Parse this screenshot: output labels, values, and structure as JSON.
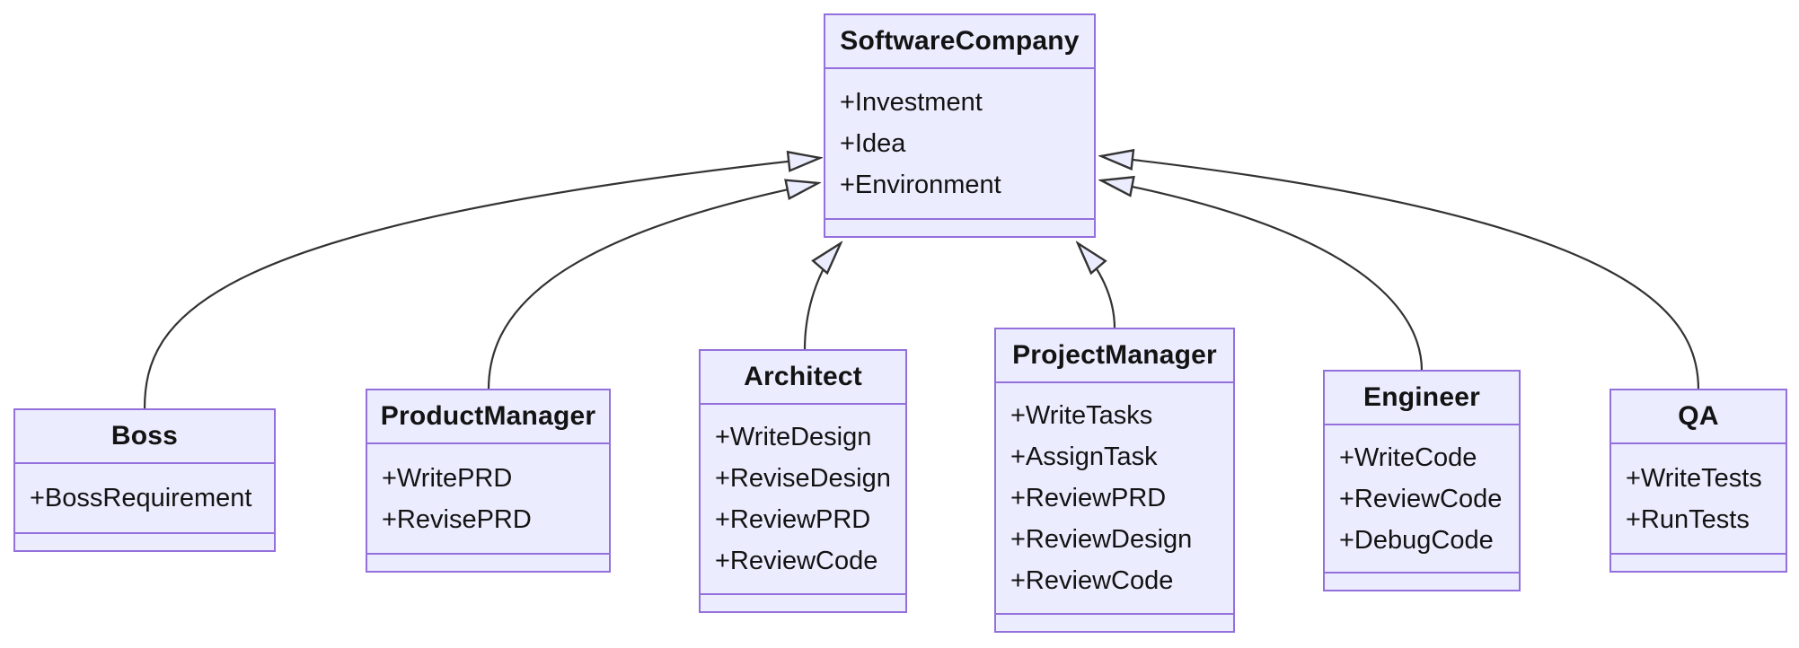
{
  "colors": {
    "node_fill": "#ECECFF",
    "node_border": "#9370DB",
    "edge_line": "#333333",
    "text": "#131313",
    "background": "#ffffff"
  },
  "classes": [
    {
      "name": "SoftwareCompany",
      "members": [
        "+Investment",
        "+Idea",
        "+Environment"
      ]
    },
    {
      "name": "Boss",
      "members": [
        "+BossRequirement"
      ]
    },
    {
      "name": "ProductManager",
      "members": [
        "+WritePRD",
        "+RevisePRD"
      ]
    },
    {
      "name": "Architect",
      "members": [
        "+WriteDesign",
        "+ReviseDesign",
        "+ReviewPRD",
        "+ReviewCode"
      ]
    },
    {
      "name": "ProjectManager",
      "members": [
        "+WriteTasks",
        "+AssignTask",
        "+ReviewPRD",
        "+ReviewDesign",
        "+ReviewCode"
      ]
    },
    {
      "name": "Engineer",
      "members": [
        "+WriteCode",
        "+ReviewCode",
        "+DebugCode"
      ]
    },
    {
      "name": "QA",
      "members": [
        "+WriteTests",
        "+RunTests"
      ]
    }
  ],
  "relations": [
    {
      "from": "Boss",
      "to": "SoftwareCompany",
      "type": "inheritance"
    },
    {
      "from": "ProductManager",
      "to": "SoftwareCompany",
      "type": "inheritance"
    },
    {
      "from": "Architect",
      "to": "SoftwareCompany",
      "type": "inheritance"
    },
    {
      "from": "ProjectManager",
      "to": "SoftwareCompany",
      "type": "inheritance"
    },
    {
      "from": "Engineer",
      "to": "SoftwareCompany",
      "type": "inheritance"
    },
    {
      "from": "QA",
      "to": "SoftwareCompany",
      "type": "inheritance"
    }
  ]
}
